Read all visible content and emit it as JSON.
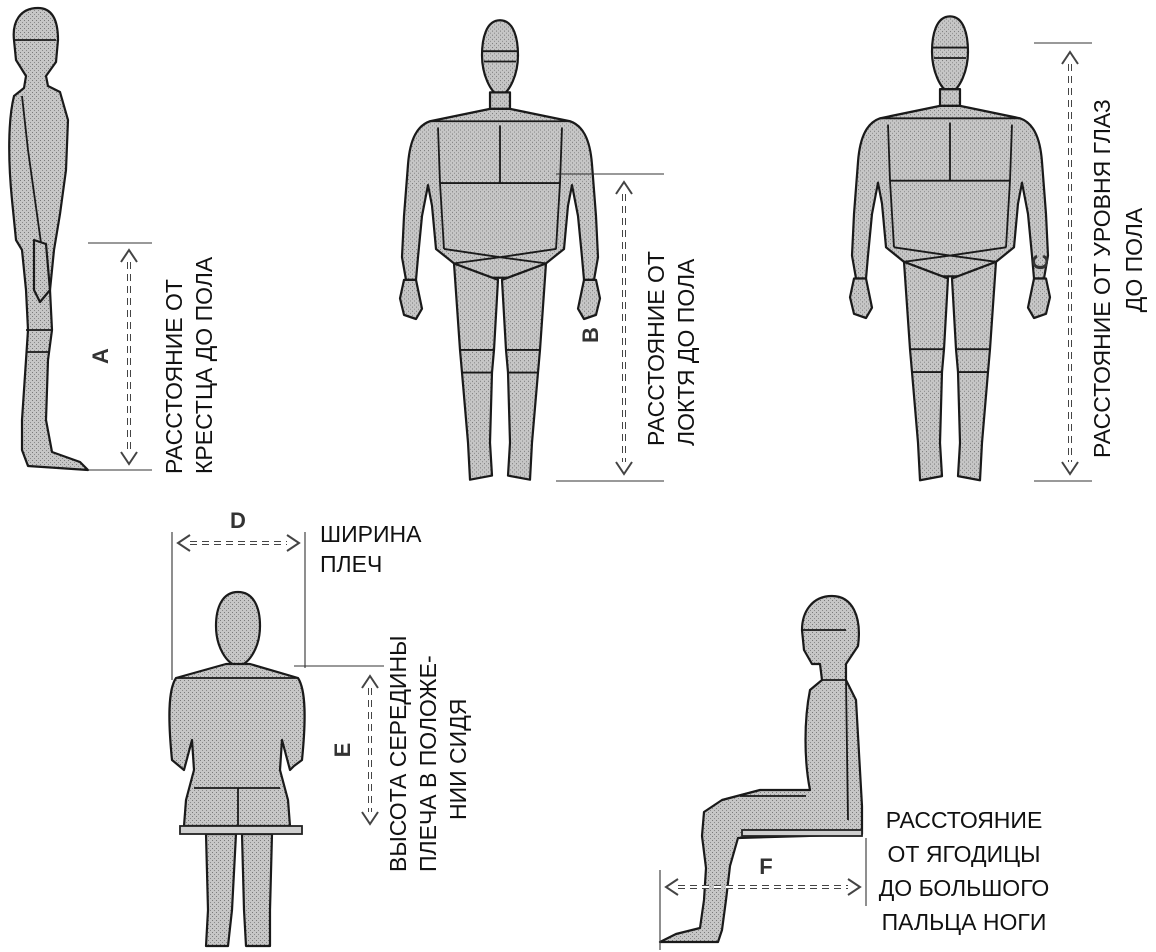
{
  "measurements": {
    "a": {
      "letter": "A",
      "line1": "РАССТОЯНИЕ ОТ",
      "line2": "КРЕСТЦА ДО ПОЛА"
    },
    "b": {
      "letter": "B",
      "line1": "РАССТОЯНИЕ ОТ",
      "line2": "ЛОКТЯ ДО ПОЛА"
    },
    "c": {
      "letter": "C",
      "line1": "РАССТОЯНИЕ ОТ УРОВНЯ ГЛАЗ",
      "line2": "ДО ПОЛА"
    },
    "d": {
      "letter": "D",
      "line1": "ШИРИНА",
      "line2": "ПЛЕЧ"
    },
    "e": {
      "letter": "E",
      "line1": "ВЫСОТА СЕРЕДИНЫ",
      "line2": "ПЛЕЧА В ПОЛОЖЕ-",
      "line3": "НИИ СИДЯ"
    },
    "f": {
      "letter": "F",
      "line1": "РАССТОЯНИЕ",
      "line2": "ОТ ЯГОДИЦЫ",
      "line3": "ДО БОЛЬШОГО",
      "line4": "ПАЛЬЦА НОГИ"
    }
  },
  "colors": {
    "figure_line": "#1a1a1a",
    "figure_fill": "#c4c4c4",
    "background": "#ffffff"
  }
}
